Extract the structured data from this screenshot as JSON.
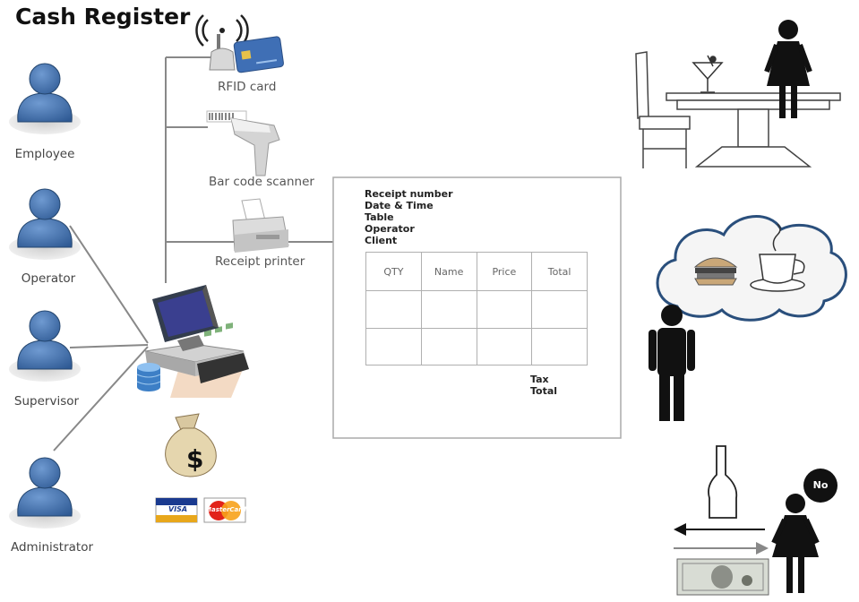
{
  "title": "Cash Register",
  "people": [
    {
      "label": "Employee"
    },
    {
      "label": "Operator"
    },
    {
      "label": "Supervisor"
    },
    {
      "label": "Administrator"
    }
  ],
  "devices": {
    "rfid": "RFID card",
    "scanner": "Bar code scanner",
    "printer": "Receipt printer"
  },
  "receipt": {
    "fields": [
      "Receipt number",
      "Date & Time",
      "Table",
      "Operator",
      "Client"
    ],
    "columns": [
      "QTY",
      "Name",
      "Price",
      "Total"
    ],
    "totals": [
      "Tax",
      "Total"
    ]
  },
  "payment_cards": {
    "visa": "VISA",
    "mastercard": "MasterCard"
  },
  "refusal_badge": "No",
  "colors": {
    "person_fill": "#3d6ba6",
    "line": "#888888",
    "frame": "#aaaaaa",
    "monitor": "#3a3f8f"
  }
}
